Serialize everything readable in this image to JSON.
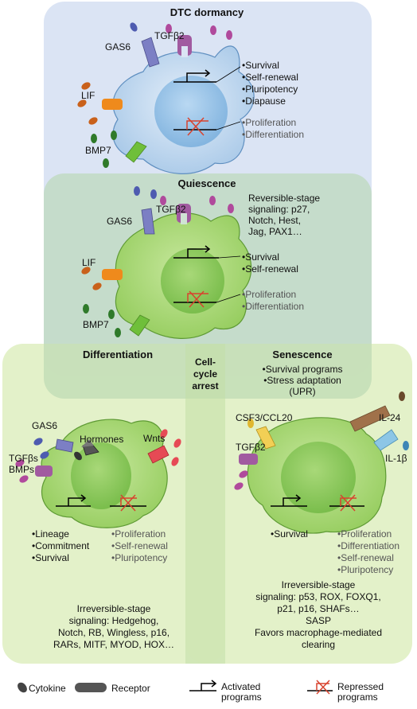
{
  "panels": {
    "dtc_dormancy": {
      "title": "DTC dormancy",
      "ligands": [
        "GAS6",
        "TGFβ2",
        "LIF",
        "BMP7"
      ],
      "active_programs": [
        "•Survival",
        "•Self-renewal",
        "•Pluripotency",
        "•Diapause"
      ],
      "repressed_programs": [
        "•Proliferation",
        "•Differentiation"
      ]
    },
    "quiescence": {
      "title": "Quiescence",
      "ligands": [
        "GAS6",
        "TGFβ2",
        "LIF",
        "BMP7"
      ],
      "signaling": "Reversible-stage\nsignaling: p27,\nNotch, Hest,\nJag, PAX1…",
      "active_programs": [
        "•Survival",
        "•Self-renewal"
      ],
      "repressed_programs": [
        "•Proliferation",
        "•Differentiation"
      ]
    },
    "arrest": {
      "label": "Cell-\ncycle\narrest"
    },
    "differentiation": {
      "title": "Differentiation",
      "ligands": [
        "GAS6",
        "Hormones",
        "Wnts",
        "TGFβs\nBMPs"
      ],
      "active_programs": [
        "•Lineage",
        "•Commitment",
        "•Survival"
      ],
      "repressed_programs": [
        "•Proliferation",
        "•Self-renewal",
        "•Pluripotency"
      ],
      "signaling": "Irreversible-stage\nsignaling: Hedgehog,\nNotch, RB, Wingless, p16,\nRARs, MITF, MYOD, HOX…"
    },
    "senescence": {
      "title": "Senescence",
      "programs": "•Survival programs\n•Stress adaptation\n(UPR)",
      "ligands": [
        "CSF3/CCL20",
        "IL-24",
        "IL-1β",
        "TGFβ2"
      ],
      "active_programs": [
        "•Survival"
      ],
      "repressed_programs": [
        "•Proliferation",
        "•Differentiation",
        "•Self-renewal",
        "•Pluripotency"
      ],
      "signaling": "Irreversible-stage\nsignaling: p53, ROX, FOXQ1,\np21, p16, SHAFs…\nSASP\nFavors macrophage-mediated\nclearing"
    }
  },
  "legend": {
    "cytokine": "Cytokine",
    "receptor": "Receptor",
    "activated": "Activated\nprograms",
    "repressed": "Repressed\nprograms"
  },
  "colors": {
    "dormancy_bg": "#dbe4f4",
    "quiescence_bg": "#cfe3d3",
    "lower_bg": "#e1f0c6",
    "cell_blue": "#c6daf0",
    "nucleus_blue": "#90bde3",
    "cell_green": "#a9d878",
    "nucleus_green": "#8cc95c",
    "repress_red": "#d8432e",
    "gas6_receptor": "#7c7fc4",
    "tgf_receptor": "#a15aa0",
    "lif_receptor": "#ef8a1c",
    "bmp_receptor": "#6fbf3a"
  }
}
